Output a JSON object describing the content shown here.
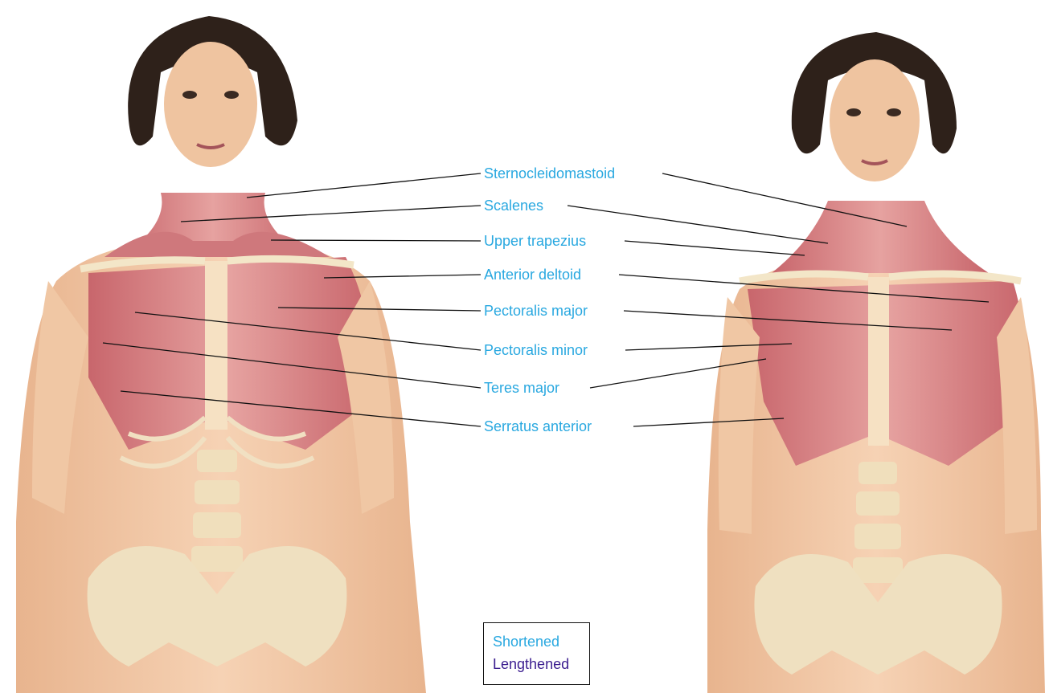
{
  "colors": {
    "shortened": "#29a8e0",
    "lengthened": "#3b1d8f",
    "muscle": "#d98a8a",
    "bone": "#f3e6c8",
    "skin": "#f0c7a4",
    "hair": "#2e211a"
  },
  "labels": [
    {
      "key": "sternocleidomastoid",
      "text": "Sternocleidomastoid"
    },
    {
      "key": "scalenes",
      "text": "Scalenes"
    },
    {
      "key": "upper_trapezius",
      "text": "Upper trapezius"
    },
    {
      "key": "anterior_deltoid",
      "text": "Anterior deltoid"
    },
    {
      "key": "pectoralis_major",
      "text": "Pectoralis major"
    },
    {
      "key": "pectoralis_minor",
      "text": "Pectoralis minor"
    },
    {
      "key": "teres_major",
      "text": "Teres major"
    },
    {
      "key": "serratus_anterior",
      "text": "Serratus anterior"
    }
  ],
  "legend": {
    "shortened": "Shortened",
    "lengthened": "Lengthened"
  }
}
